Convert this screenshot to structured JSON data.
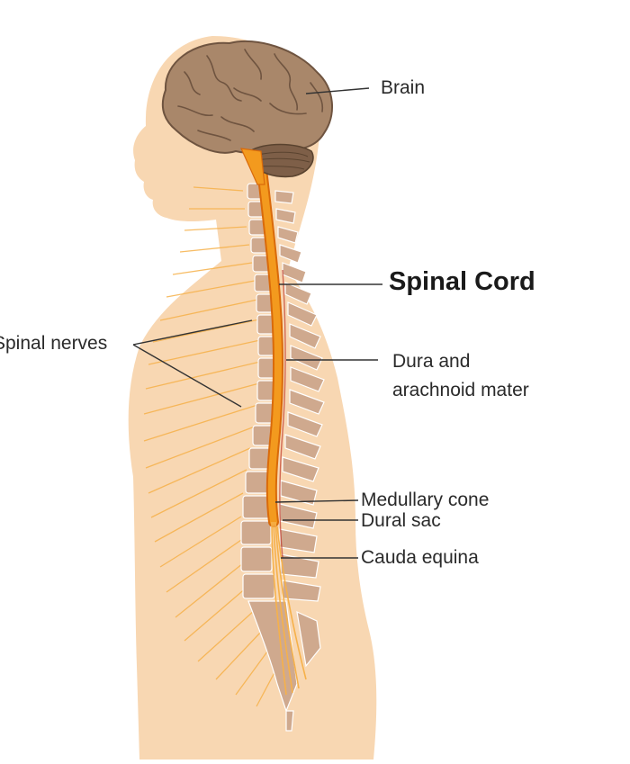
{
  "labels": {
    "brain": "Brain",
    "spinal_cord": "Spinal Cord",
    "spinal_nerves": "Spinal nerves",
    "dura_line1": "Dura and",
    "dura_line2": "arachnoid mater",
    "medullary_cone": "Medullary cone",
    "dural_sac": "Dural sac",
    "cauda_equina": "Cauda equina"
  },
  "colors": {
    "skin": "#F8D7B2",
    "brain": "#A9876A",
    "brain_dark": "#6F5440",
    "cerebellum": "#7E5F48",
    "vertebra": "#CFA98E",
    "cord": "#F39A1E",
    "cord_dark": "#D96A0A",
    "leader": "#333333",
    "nerve": "#F6B14A"
  }
}
